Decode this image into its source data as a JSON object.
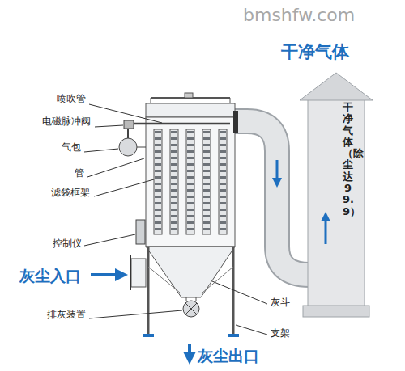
{
  "diagram": {
    "labels": [
      "bmshfw.com",
      "干净气体",
      "干净气体（除尘达99.9）",
      "喷吹管",
      "电磁脉冲阀",
      "气包",
      "管",
      "滤袋框架",
      "控制仪",
      "灰尘入口",
      "排灰装置",
      "灰斗",
      "支架",
      "灰尘出口"
    ]
  }
}
